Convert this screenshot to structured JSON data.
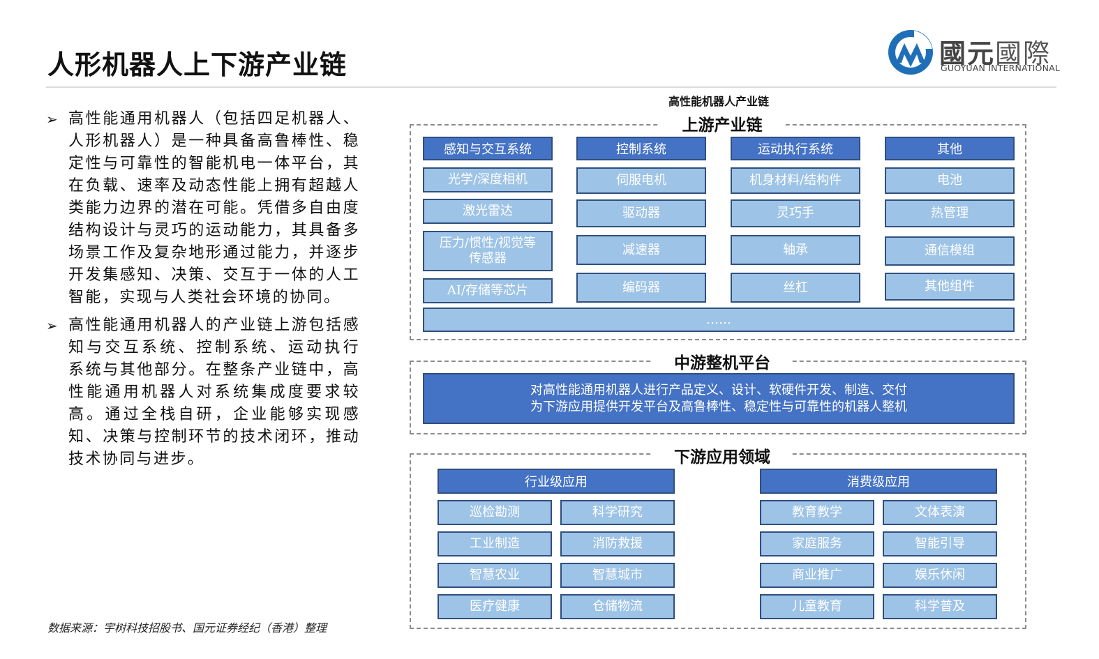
{
  "title": "人形机器人上下游产业链",
  "logo": {
    "cn_bold": "國元",
    "cn_light": "國際",
    "en": "GUOYUAN INTERNATIONAL"
  },
  "bullets": [
    "高性能通用机器人（包括四足机器人、人形机器人）是一种具备高鲁棒性、稳定性与可靠性的智能机电一体平台，其在负载、速率及动态性能上拥有超越人类能力边界的潜在可能。凭借多自由度结构设计与灵巧的运动能力，其具备多场景工作及复杂地形通过能力，并逐步开发集感知、决策、交互于一体的人工智能，实现与人类社会环境的协同。",
    "高性能通用机器人的产业链上游包括感知与交互系统、控制系统、运动执行 系统与其他部分。在整条产业链中，高性能通用机器人对系统集成度要求较高。通过全栈自研，企业能够实现感知、决策与控制环节的技术闭环，推动技术协同与进步。"
  ],
  "bullet_mark": "➢",
  "source": "数据来源：宇树科技招股书、国元证券经纪（香港）整理",
  "diagram": {
    "title": "高性能机器人产业链",
    "upstream": {
      "label": "上游产业链",
      "columns": [
        {
          "header": "感知与交互系统",
          "items": [
            "光学/深度相机",
            "激光雷达",
            "压力/惯性/视觉等传感器",
            "AI/存储等芯片"
          ]
        },
        {
          "header": "控制系统",
          "items": [
            "伺服电机",
            "驱动器",
            "减速器",
            "编码器"
          ]
        },
        {
          "header": "运动执行系统",
          "items": [
            "机身材料/结构件",
            "灵巧手",
            "轴承",
            "丝杠"
          ]
        },
        {
          "header": "其他",
          "items": [
            "电池",
            "热管理",
            "通信模组",
            "其他组件"
          ]
        }
      ],
      "more": "……"
    },
    "midstream": {
      "label": "中游整机平台",
      "lines": [
        "对高性能通用机器人进行产品定义、设计、软硬件开发、制造、交付",
        "为下游应用提供开发平台及高鲁棒性、稳定性与可靠性的机器人整机"
      ]
    },
    "downstream": {
      "label": "下游应用领域",
      "groups": [
        {
          "header": "行业级应用",
          "items": [
            "巡检勘测",
            "科学研究",
            "工业制造",
            "消防救援",
            "智慧农业",
            "智慧城市",
            "医疗健康",
            "仓储物流"
          ]
        },
        {
          "header": "消费级应用",
          "items": [
            "教育教学",
            "文体表演",
            "家庭服务",
            "智能引导",
            "商业推广",
            "娱乐休闲",
            "儿童教育",
            "科学普及"
          ]
        }
      ]
    }
  },
  "colors": {
    "header_blue": "#4472c4",
    "cell_blue": "#9dc3e6",
    "border": "#2f4f7f",
    "dash": "#8c8c8c"
  }
}
